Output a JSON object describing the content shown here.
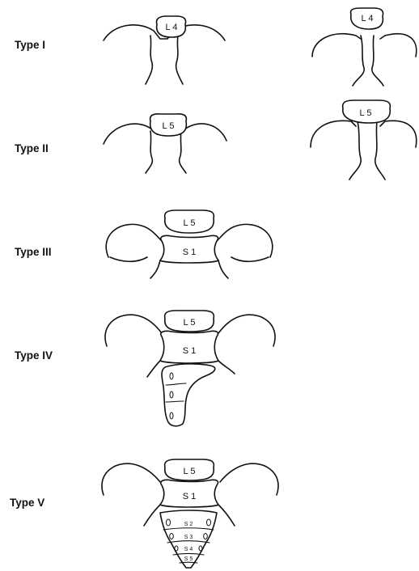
{
  "figure": {
    "rows": [
      {
        "type_label": "Type I",
        "left_vertebra": "L 4",
        "right_vertebra": "L 4"
      },
      {
        "type_label": "Type II",
        "left_vertebra": "L 5",
        "right_vertebra": "L 5"
      },
      {
        "type_label": "Type III",
        "upper_vertebra": "L 5",
        "lower_vertebra": "S 1"
      },
      {
        "type_label": "Type IV",
        "upper_vertebra": "L 5",
        "lower_vertebra": "S 1"
      },
      {
        "type_label": "Type V",
        "upper_vertebra": "L 5",
        "lower_vertebra": "S 1",
        "sacral_segments": [
          "S 2",
          "S 3",
          "S 4",
          "S 5"
        ]
      }
    ]
  }
}
